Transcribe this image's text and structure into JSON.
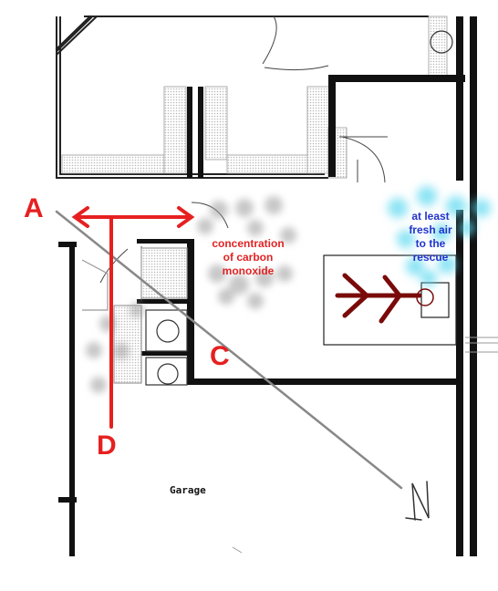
{
  "labels": {
    "a": "A",
    "c": "C",
    "d": "D",
    "co_line1": "concentration",
    "co_line2": "of carbon",
    "co_line3": "monoxide",
    "air_line1": "at least",
    "air_line2": "fresh air",
    "air_line3": "to the",
    "air_line4": "rescue",
    "garage": "Garage",
    "north": "N"
  },
  "colors": {
    "marker_red": "#e62020",
    "figure": "#7a0a0a",
    "fresh_air": "#5ad8f0",
    "co_smoke": "#9a9a9a",
    "air_text": "#2233cc"
  },
  "icons": {
    "person": "stick-figure-icon",
    "arrow": "double-arrow-icon",
    "compass": "north-arrow-icon"
  }
}
